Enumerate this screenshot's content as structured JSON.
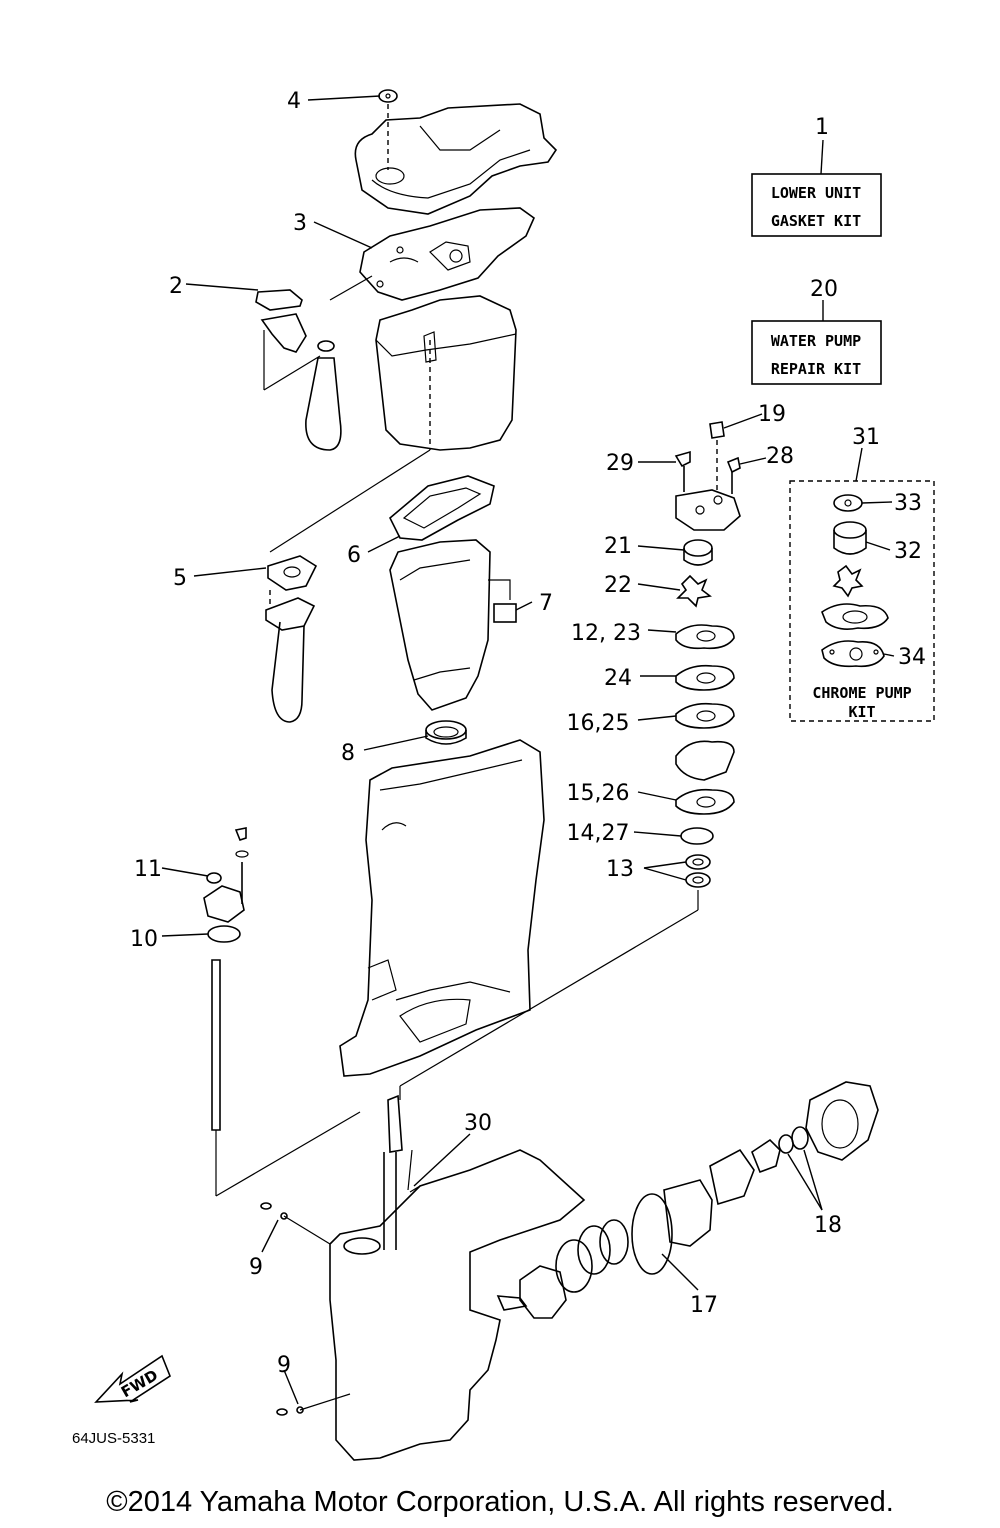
{
  "kits": {
    "lower_unit_line1": "LOWER UNIT",
    "lower_unit_line2": "GASKET KIT",
    "water_pump_line1": "WATER PUMP",
    "water_pump_line2": "REPAIR KIT",
    "chrome_pump_line1": "CHROME PUMP",
    "chrome_pump_line2": "KIT"
  },
  "callouts": {
    "c1": "1",
    "c2": "2",
    "c3": "3",
    "c4": "4",
    "c5": "5",
    "c6": "6",
    "c7": "7",
    "c8": "8",
    "c9a": "9",
    "c9b": "9",
    "c10": "10",
    "c11": "11",
    "c12_23": "12, 23",
    "c13": "13",
    "c14_27": "14,27",
    "c15_26": "15,26",
    "c16_25": "16,25",
    "c17": "17",
    "c18": "18",
    "c19": "19",
    "c20": "20",
    "c21": "21",
    "c22": "22",
    "c24": "24",
    "c28": "28",
    "c29": "29",
    "c30": "30",
    "c31": "31",
    "c32": "32",
    "c33": "33",
    "c34": "34"
  },
  "fwd_label": "FWD",
  "diagram_code": "64JUS-5331",
  "copyright": "©2014 Yamaha Motor Corporation, U.S.A. All rights reserved."
}
